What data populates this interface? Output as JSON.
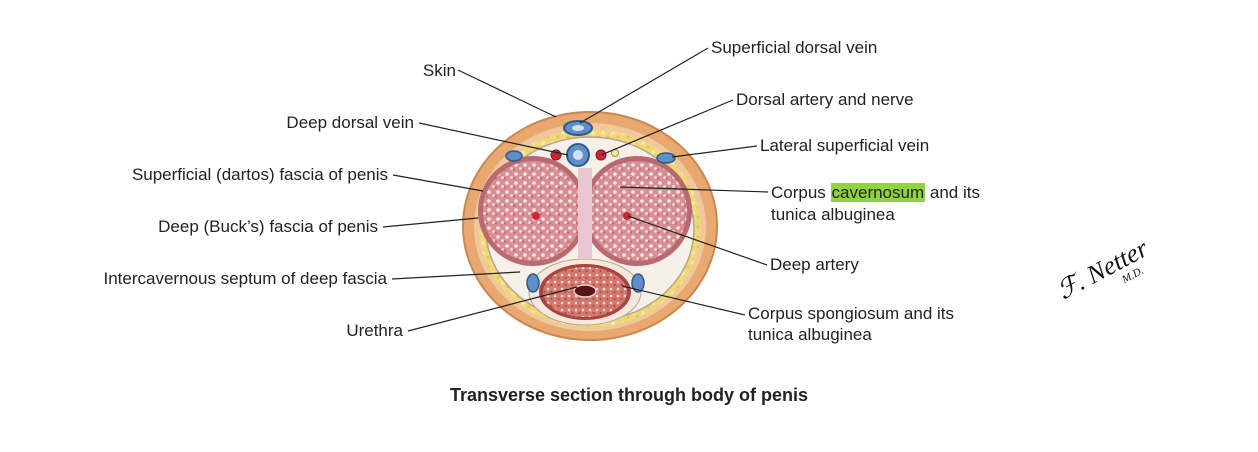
{
  "labels_left": {
    "skin": "Skin",
    "deep_dorsal_vein": "Deep dorsal vein",
    "superficial_fascia": "Superficial (dartos) fascia of penis",
    "deep_fascia": "Deep (Buck’s) fascia of penis",
    "intercavernous_septum": "Intercavernous septum of deep fascia",
    "urethra": "Urethra"
  },
  "labels_right": {
    "superficial_dorsal_vein": "Superficial dorsal vein",
    "dorsal_artery_nerve": "Dorsal artery and nerve",
    "lateral_superficial_vein": "Lateral superficial vein",
    "corpus_cavernosum_prefix": "Corpus ",
    "corpus_cavernosum_highlight": "cavernosum",
    "corpus_cavernosum_suffix": " and its",
    "corpus_cavernosum_line2": "tunica albuginea",
    "deep_artery": "Deep artery",
    "corpus_spongiosum_line1": "Corpus spongiosum and its",
    "corpus_spongiosum_line2": "tunica albuginea"
  },
  "title": "Transverse section through body of penis",
  "signature": "F. Netter M.D.",
  "colors": {
    "highlight": "#8fd43c",
    "skin": "#e9b07c",
    "fat": "#efd36a",
    "tissue": "#d9a0a2",
    "vein": "#5f8fc4",
    "artery": "#c8283c"
  }
}
